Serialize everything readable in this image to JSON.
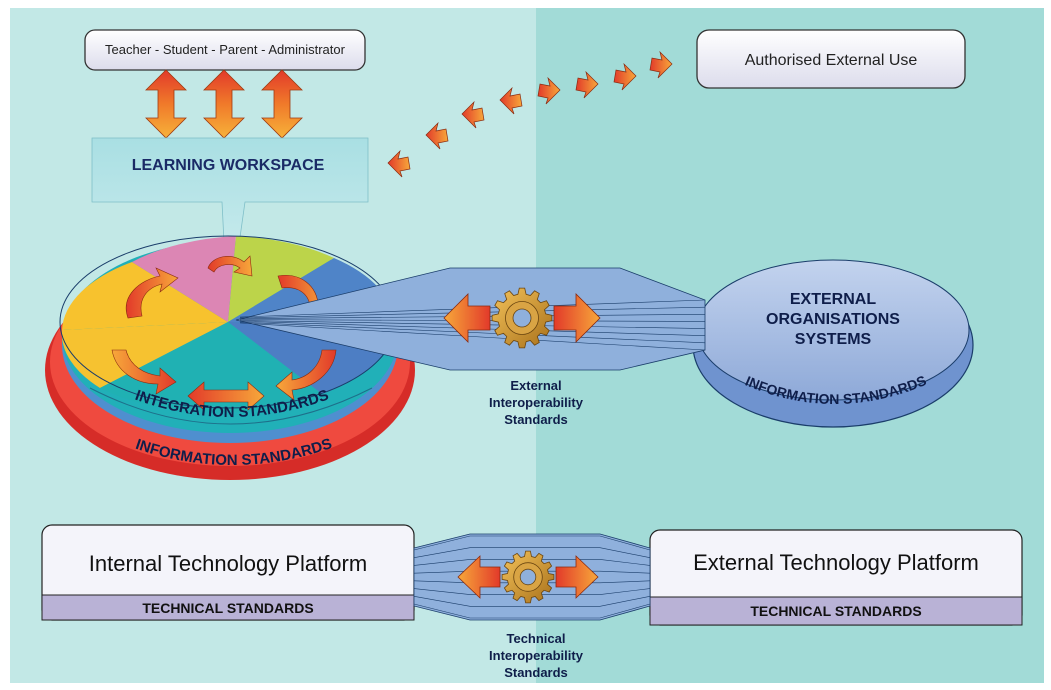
{
  "colors": {
    "bg_left": "#bfe7e5",
    "bg_right": "#9fdad6",
    "box_fill": "#f2f2f8",
    "tech_bar": "#b9b2d6",
    "disc_blue": "#7da0d4",
    "ring_red": "#e3332f",
    "arrow_orange": "#f39a2a",
    "arrow_red": "#e23a2a",
    "gear": "#c98c22"
  },
  "top_box": {
    "text": "Teacher - Student - Parent - Administrator"
  },
  "authorised_box": {
    "text": "Authorised External Use"
  },
  "workspace": {
    "label": "LEARNING WORKSPACE"
  },
  "disc": {
    "integration_label": "INTEGRATION STANDARDS",
    "information_label": "INFORMATION STANDARDS"
  },
  "external_org": {
    "lines": [
      "EXTERNAL",
      "ORGANISATIONS",
      "SYSTEMS"
    ],
    "information_label": "INFORMATION STANDARDS"
  },
  "external_interop": {
    "lines": [
      "External",
      "Interoperability",
      "Standards"
    ]
  },
  "internal_platform": {
    "title": "Internal Technology Platform",
    "standards": "TECHNICAL STANDARDS"
  },
  "external_platform": {
    "title": "External Technology Platform",
    "standards": "TECHNICAL STANDARDS"
  },
  "technical_interop": {
    "lines": [
      "Technical",
      "Interoperability",
      "Standards"
    ]
  },
  "icons": [
    "double-arrow-icon",
    "gear-icon",
    "dotted-arrow-icon",
    "cycle-arrow-icon"
  ]
}
